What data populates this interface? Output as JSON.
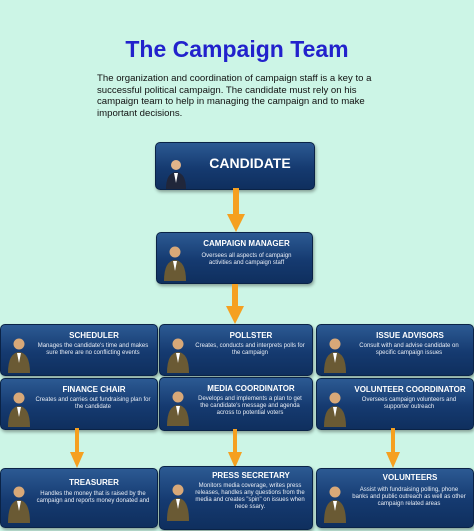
{
  "title": "The Campaign Team",
  "intro": "The organization and coordination of campaign staff is a key to a successful political campaign.  The candidate must rely on his campaign team to help in managing the campaign and to make important decisions.",
  "candidate": {
    "label": "CANDIDATE"
  },
  "manager": {
    "label": "CAMPAIGN MANAGER",
    "desc": "Oversees all aspects of campaign activities and campaign staff"
  },
  "roles": {
    "scheduler": {
      "label": "SCHEDULER",
      "desc": "Manages the candidate's time and makes sure there are no conflicting events"
    },
    "pollster": {
      "label": "POLLSTER",
      "desc": "Creates, conducts and interprets polls for the campaign"
    },
    "issue_advisors": {
      "label": "ISSUE ADVISORS",
      "desc": "Consult with and advise candidate on specific campaign issues"
    },
    "finance_chair": {
      "label": "FINANCE CHAIR",
      "desc": "Creates and carries out fundraising plan for the candidate"
    },
    "media_coordinator": {
      "label": "MEDIA COORDINATOR",
      "desc": "Develops and implements a plan to get the candidate's message and agenda across to potential voters"
    },
    "volunteer_coordinator": {
      "label": "VOLUNTEER COORDINATOR",
      "desc": "Oversees campaign volunteers and supporter outreach"
    },
    "treasurer": {
      "label": "TREASURER",
      "desc": "Handles the money that is raised by the campaign and reports money donated and"
    },
    "press_secretary": {
      "label": "PRESS SECRETARY",
      "desc": "Monitors media coverage, writes press releases, handles any questions from the media and creates \"spin\" on issues when nece ssary."
    },
    "volunteers": {
      "label": "VOLUNTEERS",
      "desc": "Assist with fundraising polling, phone banks and public outreach as well as other campaign related areas"
    }
  },
  "colors": {
    "background": "#ccf5e6",
    "title": "#2222cc",
    "box": "#153a70",
    "arrow": "#f5a020"
  }
}
